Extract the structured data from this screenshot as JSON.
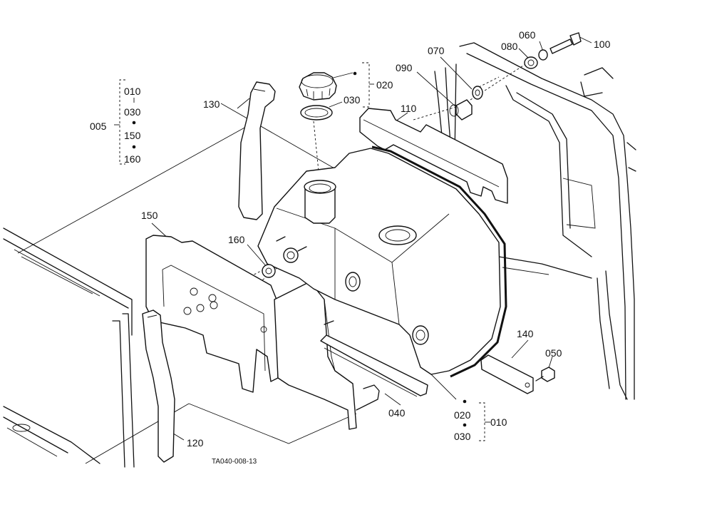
{
  "drawing_ref": "TA040-008-13",
  "callouts": [
    {
      "id": "c005",
      "text": "005"
    },
    {
      "id": "c010a",
      "text": "010"
    },
    {
      "id": "c030a",
      "text": "030"
    },
    {
      "id": "c150a",
      "text": "150"
    },
    {
      "id": "c160a",
      "text": "160"
    },
    {
      "id": "c130",
      "text": "130"
    },
    {
      "id": "c030b",
      "text": "030"
    },
    {
      "id": "c020a",
      "text": "020"
    },
    {
      "id": "c090",
      "text": "090"
    },
    {
      "id": "c070",
      "text": "070"
    },
    {
      "id": "c080",
      "text": "080"
    },
    {
      "id": "c060",
      "text": "060"
    },
    {
      "id": "c100",
      "text": "100"
    },
    {
      "id": "c110",
      "text": "110"
    },
    {
      "id": "c150b",
      "text": "150"
    },
    {
      "id": "c160b",
      "text": "160"
    },
    {
      "id": "c140",
      "text": "140"
    },
    {
      "id": "c050",
      "text": "050"
    },
    {
      "id": "c040",
      "text": "040"
    },
    {
      "id": "c020b",
      "text": "020"
    },
    {
      "id": "c010b",
      "text": "010"
    },
    {
      "id": "c030c",
      "text": "030"
    },
    {
      "id": "c120",
      "text": "120"
    }
  ]
}
